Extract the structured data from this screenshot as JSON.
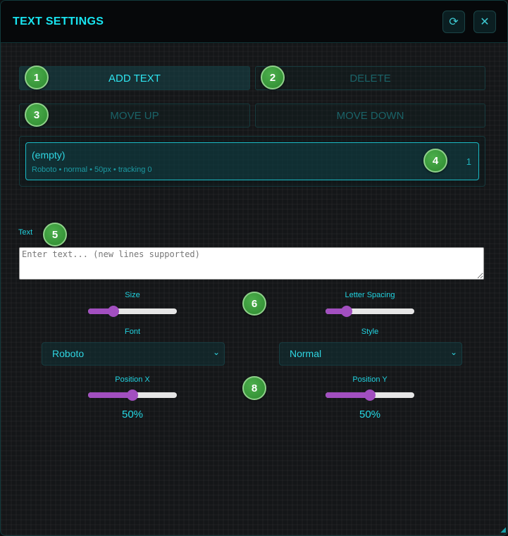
{
  "header": {
    "title": "TEXT SETTINGS",
    "refresh_icon": "refresh-icon",
    "close_icon": "close-icon"
  },
  "buttons": {
    "add": "ADD TEXT",
    "delete": "DELETE",
    "move_up": "MOVE UP",
    "move_down": "MOVE DOWN"
  },
  "layers": [
    {
      "name": "(empty)",
      "meta": "Roboto • normal • 50px • tracking 0",
      "index": "1"
    }
  ],
  "text_field": {
    "label": "Text",
    "value": "",
    "placeholder": "Enter text... (new lines supported)"
  },
  "controls": {
    "size": {
      "label": "Size",
      "fraction": 0.25
    },
    "letter_spacing": {
      "label": "Letter Spacing",
      "fraction": 0.2
    },
    "font": {
      "label": "Font",
      "selected": "Roboto"
    },
    "style": {
      "label": "Style",
      "selected": "Normal"
    },
    "position_x": {
      "label": "Position X",
      "fraction": 0.5,
      "value": "50%"
    },
    "position_y": {
      "label": "Position Y",
      "fraction": 0.5,
      "value": "50%"
    }
  },
  "annotations": [
    "1",
    "2",
    "3",
    "4",
    "5",
    "6",
    "8"
  ],
  "colors": {
    "accent": "#18e4f0",
    "slider": "#a24fc0",
    "badge": "#3a9a3c"
  }
}
